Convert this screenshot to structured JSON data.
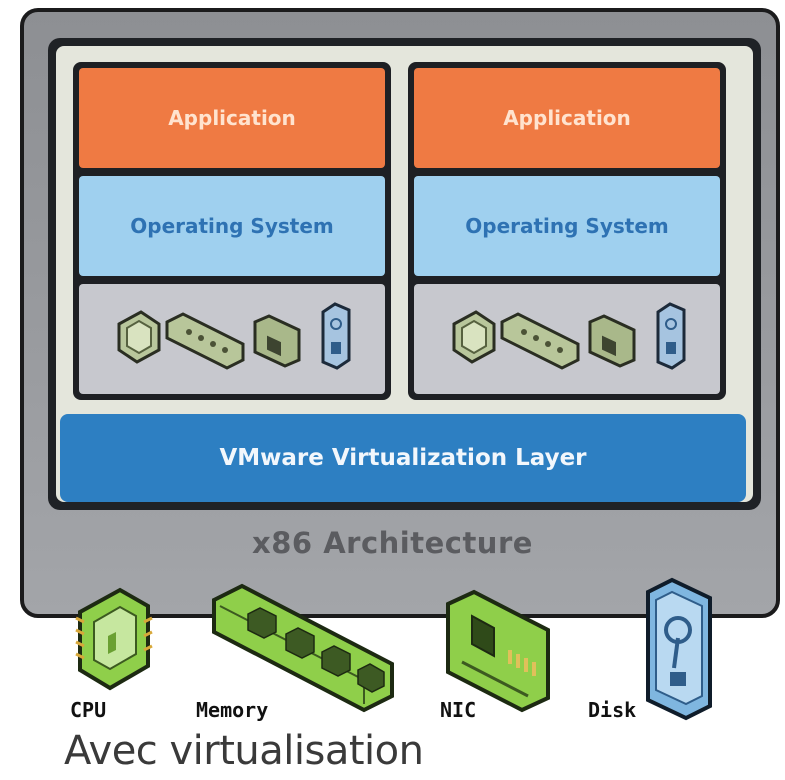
{
  "architecture_label": "x86 Architecture",
  "virtualization_layer_label": "VMware Virtualization Layer",
  "virtual_machines": [
    {
      "application_label": "Application",
      "os_label": "Operating System"
    },
    {
      "application_label": "Application",
      "os_label": "Operating System"
    }
  ],
  "hardware": [
    {
      "label": "CPU",
      "icon": "cpu-chip-icon"
    },
    {
      "label": "Memory",
      "icon": "memory-module-icon"
    },
    {
      "label": "NIC",
      "icon": "network-card-icon"
    },
    {
      "label": "Disk",
      "icon": "disk-drive-icon"
    }
  ],
  "caption": "Avec virtualisation",
  "colors": {
    "application": "#ef7a43",
    "operating_system": "#9fd0ef",
    "virtualization_layer": "#2d7fc2",
    "hardware_green": "#8fcf4a",
    "disk_blue": "#7fb6e0",
    "chassis_gray": "#9a9ca0"
  }
}
